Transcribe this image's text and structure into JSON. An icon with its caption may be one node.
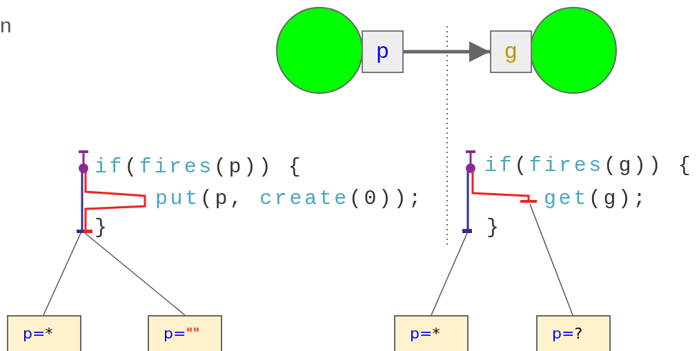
{
  "diagram": {
    "nodes": [
      {
        "text": [],
        "shape": "circle"
      },
      {
        "text": [
          "p"
        ]
      },
      {
        "text": [
          "g"
        ]
      },
      {
        "text": [],
        "shape": "circle"
      },
      {
        "text": [],
        "shape": "bar"
      },
      {
        "text": [],
        "shape": "bar"
      },
      {
        "text": [],
        "shape": "bar"
      },
      {
        "text": [
          "p=*"
        ]
      },
      {
        "text": [
          "p=\"\""
        ]
      },
      {
        "text": [
          "p=*"
        ]
      },
      {
        "text": [
          "p=?"
        ]
      }
    ],
    "edges": [
      {
        "from": 1,
        "to": 2,
        "arrow": "to",
        "style": "thick"
      },
      {
        "from": 4,
        "to": 7,
        "arrow": "none"
      },
      {
        "from": 4,
        "to": 8,
        "arrow": "none"
      },
      {
        "from": 5,
        "to": 9,
        "arrow": "none"
      },
      {
        "from": 6,
        "to": 10,
        "arrow": "none"
      }
    ],
    "labels": [
      "n",
      "if(fires(p)) {",
      "put(p, create(0));",
      "}",
      "if(fires(g)) {",
      "get(g);",
      "}"
    ]
  }
}
